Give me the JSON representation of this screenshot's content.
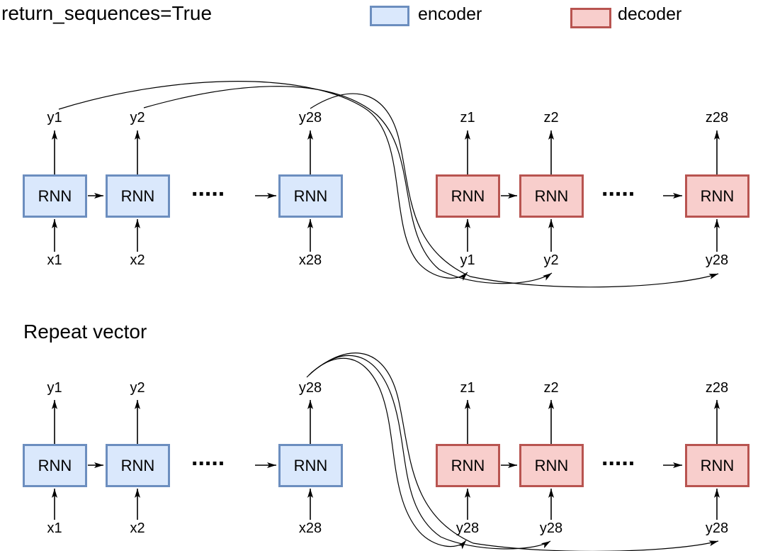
{
  "titles": {
    "top": "return_sequences=True",
    "bottom_section": "Repeat vector"
  },
  "legend": {
    "encoder": "encoder",
    "decoder": "decoder"
  },
  "node_label": "RNN",
  "ellipsis": ".....",
  "colors": {
    "encoder_fill": "#dae8fc",
    "encoder_border": "#6c8ebf",
    "decoder_fill": "#f8cecc",
    "decoder_border": "#b85450",
    "text": "#000000",
    "connector": "#000000",
    "background": "#ffffff"
  },
  "top_diagram": {
    "encoder_outputs": [
      "y1",
      "y2",
      "y28"
    ],
    "encoder_inputs": [
      "x1",
      "x2",
      "x28"
    ],
    "decoder_outputs": [
      "z1",
      "z2",
      "z28"
    ],
    "decoder_inputs": [
      "y1",
      "y2",
      "y28"
    ]
  },
  "bottom_diagram": {
    "encoder_outputs": [
      "y1",
      "y2",
      "y28"
    ],
    "encoder_inputs": [
      "x1",
      "x2",
      "x28"
    ],
    "decoder_outputs": [
      "z1",
      "z2",
      "z28"
    ],
    "decoder_inputs": [
      "y28",
      "y28",
      "y28"
    ]
  }
}
